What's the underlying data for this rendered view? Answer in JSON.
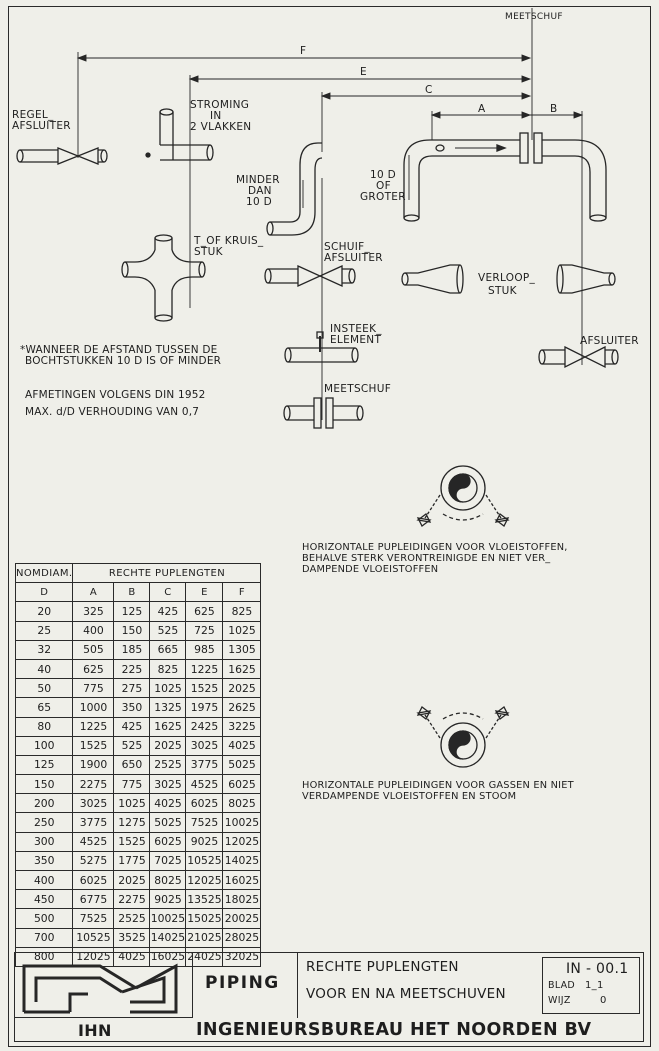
{
  "labels": {
    "meetschuf_top": "MEETSCHUF",
    "F": "F",
    "E": "E",
    "C": "C",
    "A": "A",
    "B": "B",
    "regel_1": "REGEL_",
    "regel_2": "AFSLUITER",
    "stroming_1": "STROMING",
    "stroming_2": "IN",
    "stroming_3": "2 VLAKKEN",
    "minder_1": "MINDER",
    "minder_2": "DAN",
    "minder_3": "10 D",
    "tiend_1": "10 D",
    "tiend_2": "OF",
    "tiend_3": "GROTER",
    "kruis_1": "T_OF KRUIS_",
    "kruis_2": "STUK",
    "schuif_1": "SCHUIF_",
    "schuif_2": "AFSLUITER",
    "verloop_1": "VERLOOP_",
    "verloop_2": "STUK",
    "insteek_1": "INSTEEK_",
    "insteek_2": "ELEMENT",
    "afsluiter": "AFSLUITER",
    "meetschuf": "MEETSCHUF",
    "asterisk": "*"
  },
  "notes": {
    "wanneer_1": "*WANNEER DE AFSTAND TUSSEN DE",
    "wanneer_2": "BOCHTSTUKKEN 10 D IS OF MINDER",
    "din": "AFMETINGEN VOLGENS DIN 1952",
    "max": "MAX. d/D  VERHOUDING VAN 0,7",
    "vloei_1": "HORIZONTALE PUPLEIDINGEN VOOR VLOEISTOFFEN,",
    "vloei_2": "BEHALVE STERK VERONTREINIGDE EN NIET VER_",
    "vloei_3": "DAMPENDE  VLOEISTOFFEN",
    "gas_1": "HORIZONTALE PUPLEIDINGEN VOOR GASSEN EN NIET",
    "gas_2": "VERDAMPENDE VLOEISTOFFEN EN STOOM"
  },
  "table": {
    "head_nom": "NOMDIAM.",
    "head_group": "RECHTE  PUPLENGTEN",
    "columns": [
      "D",
      "A",
      "B",
      "C",
      "E",
      "F"
    ],
    "rows": [
      [
        "20",
        "325",
        "125",
        "425",
        "625",
        "825"
      ],
      [
        "25",
        "400",
        "150",
        "525",
        "725",
        "1025"
      ],
      [
        "32",
        "505",
        "185",
        "665",
        "985",
        "1305"
      ],
      [
        "40",
        "625",
        "225",
        "825",
        "1225",
        "1625"
      ],
      [
        "50",
        "775",
        "275",
        "1025",
        "1525",
        "2025"
      ],
      [
        "65",
        "1000",
        "350",
        "1325",
        "1975",
        "2625"
      ],
      [
        "80",
        "1225",
        "425",
        "1625",
        "2425",
        "3225"
      ],
      [
        "100",
        "1525",
        "525",
        "2025",
        "3025",
        "4025"
      ],
      [
        "125",
        "1900",
        "650",
        "2525",
        "3775",
        "5025"
      ],
      [
        "150",
        "2275",
        "775",
        "3025",
        "4525",
        "6025"
      ],
      [
        "200",
        "3025",
        "1025",
        "4025",
        "6025",
        "8025"
      ],
      [
        "250",
        "3775",
        "1275",
        "5025",
        "7525",
        "10025"
      ],
      [
        "300",
        "4525",
        "1525",
        "6025",
        "9025",
        "12025"
      ],
      [
        "350",
        "5275",
        "1775",
        "7025",
        "10525",
        "14025"
      ],
      [
        "400",
        "6025",
        "2025",
        "8025",
        "12025",
        "16025"
      ],
      [
        "450",
        "6775",
        "2275",
        "9025",
        "13525",
        "18025"
      ],
      [
        "500",
        "7525",
        "2525",
        "10025",
        "15025",
        "20025"
      ],
      [
        "700",
        "10525",
        "3525",
        "14025",
        "21025",
        "28025"
      ],
      [
        "800",
        "12025",
        "4025",
        "16025",
        "24025",
        "32025"
      ]
    ]
  },
  "titleblock": {
    "logo": "IHN",
    "piping": "PIPING",
    "title_1": "RECHTE PUPLENGTEN",
    "title_2": "VOOR EN NA MEETSCHUVEN",
    "doc_no": "IN - 00.1",
    "blad_label": "BLAD",
    "blad_value": "1_1",
    "wijz_label": "WIJZ",
    "wijz_value": "0",
    "company": "INGENIEURSBUREAU HET NOORDEN BV"
  }
}
